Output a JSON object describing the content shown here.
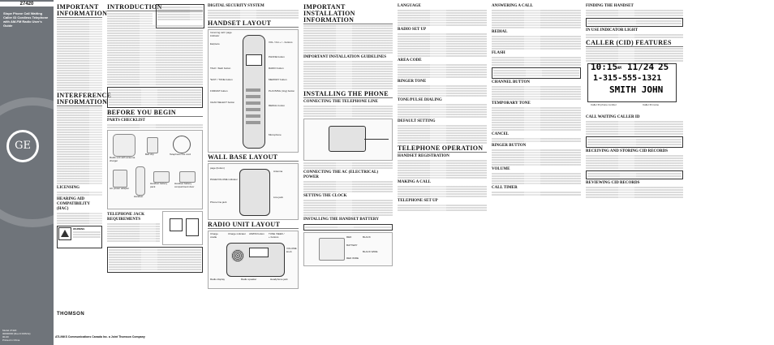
{
  "sidebar": {
    "model_code": "27420",
    "title": "Slope Phone Call Waiting Caller ID Cordless Telephone with AM-FM Radio User's Guide",
    "brand_mark": "GE",
    "bottom_brand": "THOMSON",
    "footer_lines": [
      "Model 27420",
      "00000000 (Rev.0 DOM E)",
      "00-00",
      "Printed in China"
    ],
    "footer_company": "ATLINKS Communications Canada Inc. a Joint Thomson Company"
  },
  "col1": {
    "h_important": "Important Information",
    "h_interference": "Interference Information",
    "h_licensing": "Licensing",
    "h_hac": "Hearing Aid Compatibility (HAC)",
    "warning_label": "WARNING"
  },
  "col2": {
    "h_intro": "Introduction",
    "h_before": "Before You Begin",
    "h_parts": "Parts Checklist",
    "parts": [
      "Radio unit with antenna charger",
      "Belt clip",
      "Telephone line cord",
      "AC power adaptor",
      "Handset",
      "Handset battery pack",
      "Handset battery compartment door"
    ],
    "h_jack": "Telephone Jack Requirements"
  },
  "col3": {
    "h_digital": "Digital Security System",
    "h_handset": "Handset Layout",
    "handset_labels": [
      "Incoming call / page indicator",
      "Earpiece",
      "TALK / flash button",
      "*EXIT / TONE button",
      "FORMAT button",
      "CHAN SELECT button",
      "VOL / CH + / - buttons",
      "PHONE button",
      "RADIO button",
      "MEMORY button",
      "PLAY/MSG (ring) button",
      "REDIAL button",
      "Microphone"
    ],
    "h_wall": "Wall Base Layout",
    "wall_labels": [
      "page (button)",
      "PAGE/VOLUME indicator",
      "Phone line jack",
      "Antenna",
      "Line jack"
    ],
    "h_radio": "Radio Unit Layout",
    "radio_labels": [
      "Charge cradle",
      "Charge indicator",
      "AM/FM button",
      "TUNE /SEEK / + buttons",
      "VOLUME knob",
      "Radio display",
      "Radio speaker",
      "Headphone jack"
    ]
  },
  "col4": {
    "h_imp2": "Important Installation Information",
    "h_guide": "Important Installation Guidelines",
    "h_install": "Installing the Phone",
    "h_connect": "Connecting the Telephone Line",
    "h_elec": "Connecting the AC (Electrical) Power",
    "h_clock": "Setting the Clock",
    "h_battery": "Installing the Handset Battery",
    "battery_colors": [
      "RED",
      "BLACK",
      "BATTERY",
      "BLACK WIRE",
      "RED WIRE"
    ]
  },
  "col5": {
    "h_language": "Language",
    "h_radio_setup": "Radio Set Up",
    "h_area": "Area Code",
    "h_ringer": "Ringer Tone",
    "h_tone": "Tone/Pulse Dialing",
    "h_default": "Default Setting",
    "h_phone_op": "Telephone Operation",
    "h_reg": "Handset Registration",
    "h_making": "Making a Call",
    "h_setup": "Telephone Set Up"
  },
  "col6": {
    "h_answer": "Answering a Call",
    "h_redial": "Redial",
    "h_flash": "Flash",
    "h_channel": "Channel Button",
    "h_temp": "Temporary Tone",
    "h_cancel": "Cancel",
    "h_ringer_btn": "Ringer Button",
    "h_volume": "Volume",
    "h_timer": "Call Timer"
  },
  "col7": {
    "h_find": "Finding the Handset",
    "h_cid": "Caller (CID) Features",
    "h_indicator": "In Use Indicator Light",
    "display": {
      "time": "10:15",
      "ampm": "AM",
      "date": "11/24",
      "count": "25",
      "number": "1-315-555-1321",
      "name": "SMITH JOHN"
    },
    "display_labels": [
      "Caller ID phone number",
      "Caller ID name"
    ],
    "h_waiting": "Call Waiting Caller ID",
    "h_storing": "Receiving and Storing CID Records",
    "h_reviewing": "Reviewing CID Records"
  },
  "colors": {
    "strip": "#6f747a",
    "text": "#111111"
  }
}
